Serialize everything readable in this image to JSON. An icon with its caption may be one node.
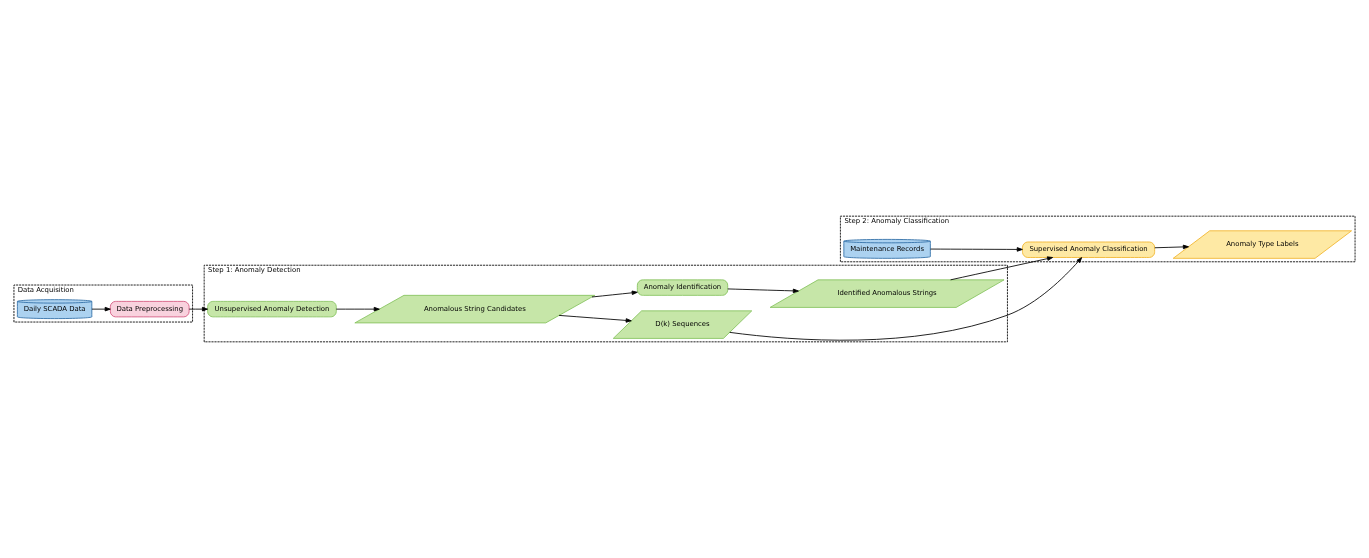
{
  "diagram": {
    "nodes": [
      {
        "text": [
          "Step 1: Anomaly Detection"
        ]
      },
      {
        "text": [
          "Unsupervised Anomaly Detection"
        ],
        "in": 0
      },
      {
        "text": [
          "Anomalous String Candidates"
        ],
        "in": 0
      },
      {
        "text": [
          "D(k) Sequences"
        ],
        "in": 0
      },
      {
        "text": [
          "Anomaly Identification"
        ],
        "in": 0
      },
      {
        "text": [
          "Identified Anomalous Strings"
        ],
        "in": 0
      },
      {
        "text": [
          "Data Acquisition"
        ]
      },
      {
        "text": [
          "Data Preprocessing"
        ],
        "in": 6
      },
      {
        "text": [
          "Daily SCADA Data"
        ],
        "in": 6
      },
      {
        "text": [
          "Step 2: Anomaly Classification"
        ]
      },
      {
        "text": [
          "Maintenance Records"
        ],
        "in": 9
      },
      {
        "text": [
          "Supervised Anomaly Classification"
        ],
        "in": 9
      },
      {
        "text": [
          "Anomaly Type Labels"
        ],
        "in": 9
      }
    ],
    "edges": [
      {
        "from": 8,
        "to": 7,
        "arrow": "to"
      },
      {
        "from": 7,
        "to": 1,
        "arrow": "to"
      },
      {
        "from": 1,
        "to": 2,
        "arrow": "to"
      },
      {
        "from": 2,
        "to": 3,
        "arrow": "to"
      },
      {
        "from": 2,
        "to": 4,
        "arrow": "to"
      },
      {
        "from": 4,
        "to": 5,
        "arrow": "to"
      },
      {
        "from": 3,
        "to": 11,
        "arrow": "to"
      },
      {
        "from": 5,
        "to": 11,
        "arrow": "to"
      },
      {
        "from": 10,
        "to": 11,
        "arrow": "to"
      },
      {
        "from": 11,
        "to": 12,
        "arrow": "to"
      }
    ]
  }
}
